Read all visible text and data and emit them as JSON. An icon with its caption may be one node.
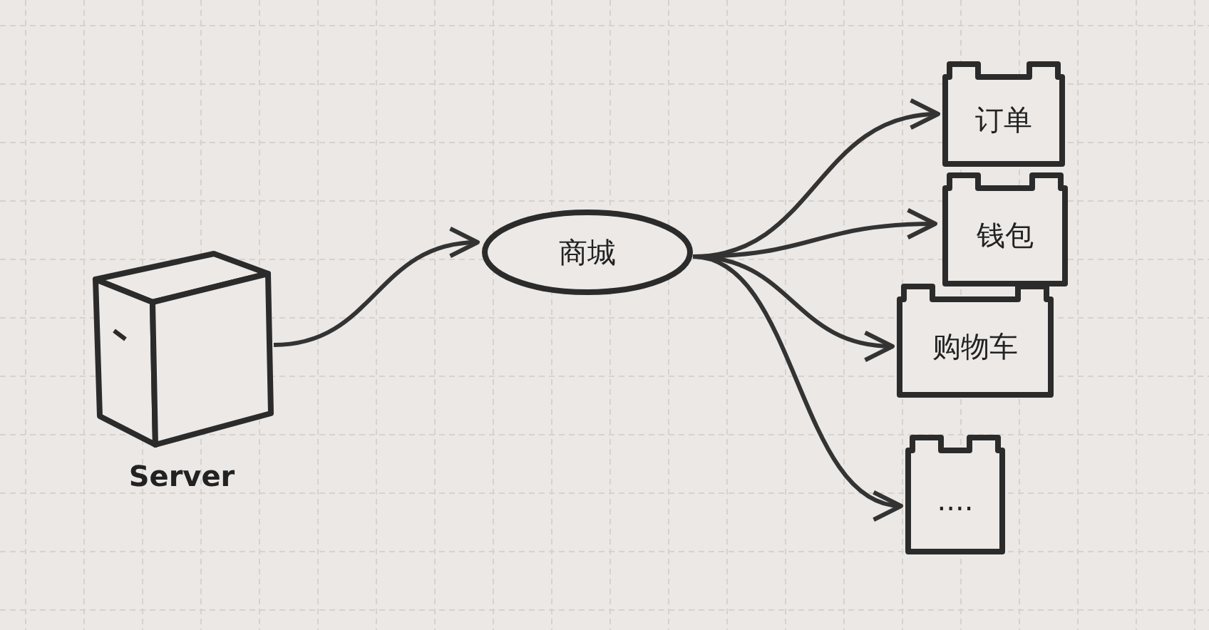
{
  "diagram": {
    "nodes": [
      {
        "text": [
          "Server"
        ]
      },
      {
        "text": [
          "商城"
        ]
      },
      {
        "text": [
          "订单"
        ]
      },
      {
        "text": [
          "钱包"
        ]
      },
      {
        "text": [
          "购物车"
        ]
      },
      {
        "text": [
          "...."
        ]
      }
    ],
    "edges": [
      {
        "from": 0,
        "to": 1,
        "arrow": "to"
      },
      {
        "from": 1,
        "to": 2,
        "arrow": "to"
      },
      {
        "from": 1,
        "to": 3,
        "arrow": "to"
      },
      {
        "from": 1,
        "to": 4,
        "arrow": "to"
      },
      {
        "from": 1,
        "to": 5,
        "arrow": "to"
      }
    ]
  }
}
